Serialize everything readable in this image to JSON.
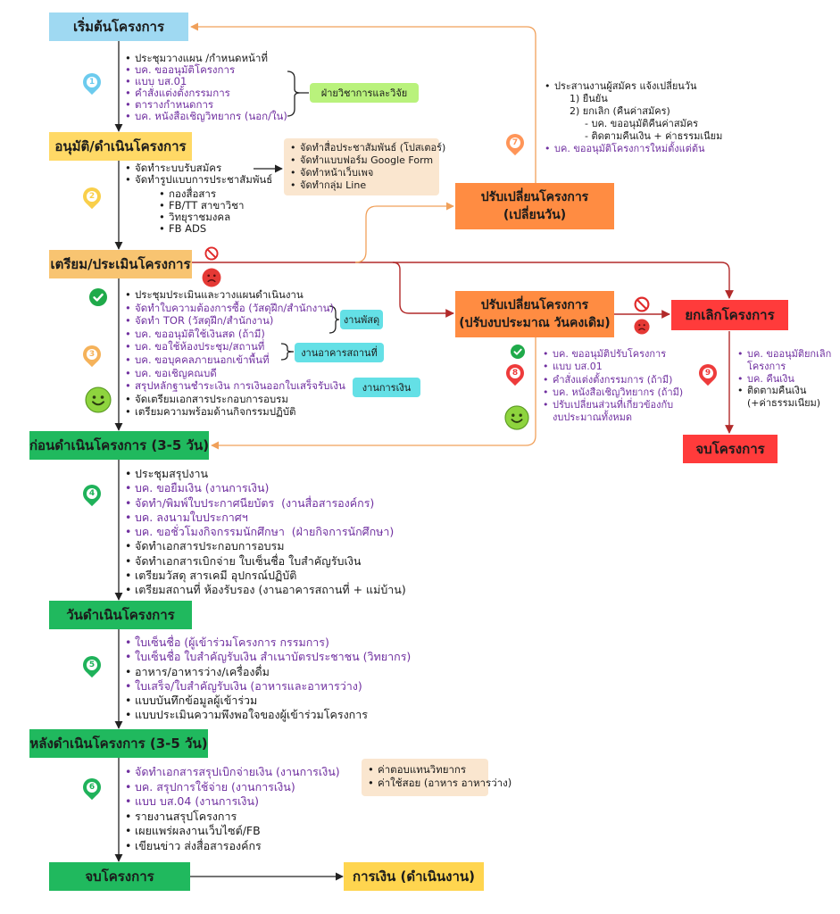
{
  "steps": {
    "start": "เริ่มต้นโครงการ",
    "approve": "อนุมัติ/ดำเนินโครงการ",
    "prepare": "เตรียม/ประเมินโครงการ",
    "before": "ก่อนดำเนินโครงการ (3-5 วัน)",
    "event_day": "วันดำเนินโครงการ",
    "after": "หลังดำเนินโครงการ (3-5 วัน)",
    "end": "จบโครงการ",
    "finance": "การเงิน (ดำเนินงาน)"
  },
  "branches": {
    "change_date": {
      "line1": "ปรับเปลี่ยนโครงการ",
      "line2": "(เปลี่ยนวัน)"
    },
    "change_budget": {
      "line1": "ปรับเปลี่ยนโครงการ",
      "line2": "(ปรับงบประมาณ วันคงเดิม)"
    },
    "cancel": "ยกเลิกโครงการ",
    "cancel_end": "จบโครงการ"
  },
  "tags": {
    "academic": "ฝ่ายวิชาการและวิจัย",
    "supplies": "งานพัสดุ",
    "facilities": "งานอาคารสถานที่",
    "finance": "งานการเงิน"
  },
  "markers": [
    {
      "num": "1",
      "color": "#6ccbee"
    },
    {
      "num": "2",
      "color": "#f9cf4a"
    },
    {
      "num": "3",
      "color": "#f5b25a"
    },
    {
      "num": "4",
      "color": "#1fb25a"
    },
    {
      "num": "5",
      "color": "#1fb25a"
    },
    {
      "num": "6",
      "color": "#1fb25a"
    },
    {
      "num": "7",
      "color": "#ff9558"
    },
    {
      "num": "8",
      "color": "#ee3b3b"
    },
    {
      "num": "9",
      "color": "#ee3b3b"
    }
  ],
  "sections": {
    "s1": [
      "ประชุมวางแผน /กำหนดหน้าที่",
      "บค. ขออนุมัติโครงการ",
      "แบบ บส.01",
      "คำสั่งแต่งตั้งกรรมการ",
      "ตารางกำหนดการ",
      "บค. หนังสือเชิญวิทยากร (นอก/ใน)"
    ],
    "s2": [
      "จัดทำระบบรับสมัคร",
      "จัดทำรูปแบบการประชาสัมพันธ์"
    ],
    "s2_channels": [
      "กองสื่อสาร",
      "FB/TT สาขาวิชา",
      "วิทยุราชมงคล",
      "FB ADS"
    ],
    "s2_pr_tasks": [
      "จัดทำสื่อประชาสัมพันธ์ (โปสเตอร์)",
      "จัดทำแบบฟอร์ม Google Form",
      "จัดทำหน้าเว็บเพจ",
      "จัดทำกลุ่ม Line"
    ],
    "s3": [
      "ประชุมประเมินและวางแผนดำเนินงาน",
      "จัดทำใบความต้องการซื้อ (วัสดุฝึก/สำนักงาน)",
      "จัดทำ TOR (วัสดุฝึก/สำนักงาน)",
      "บค. ขออนุมัติใช้เงินสด (ถ้ามี)",
      "บค. ขอใช้ห้องประชุม/สถานที่",
      "บค. ขอบุคคลภายนอกเข้าพื้นที่",
      "บค. ขอเชิญคณบดี",
      "สรุปหลักฐานชำระเงิน การเงินออกใบเสร็จรับเงิน",
      "จัดเตรียมเอกสารประกอบการอบรม",
      "เตรียมความพร้อมด้านกิจกรรมปฏิบัติ"
    ],
    "s4": [
      "ประชุมสรุปงาน",
      "บค. ขอยืมเงิน (งานการเงิน)",
      "จัดทำ/พิมพ์ใบประกาศนียบัตร  (งานสื่อสารองค์กร)",
      "บค. ลงนามใบประกาศฯ",
      "บค. ขอชั่วโมงกิจกรรมนักศึกษา  (ฝ่ายกิจการนักศึกษา)",
      "จัดทำเอกสารประกอบการอบรม",
      "จัดทำเอกสารเบิกจ่าย ใบเซ็นชื่อ ใบสำคัญรับเงิน",
      "เตรียมวัสดุ สารเคมี อุปกรณ์ปฏิบัติ",
      "เตรียมสถานที่ ห้องรับรอง (งานอาคารสถานที่ + แม่บ้าน)"
    ],
    "s5": [
      "ใบเซ็นชื่อ (ผู้เข้าร่วมโครงการ กรรมการ)",
      "ใบเซ็นชื่อ ใบสำคัญรับเงิน สำเนาบัตรประชาชน (วิทยากร)",
      "อาหาร/อาหารว่าง/เครื่องดื่ม",
      "ใบเสร็จ/ใบสำคัญรับเงิน (อาหารและอาหารว่าง)",
      "แบบบันทึกข้อมูลผู้เข้าร่วม",
      "แบบประเมินความพึงพอใจของผู้เข้าร่วมโครงการ"
    ],
    "s6": [
      "จัดทำเอกสารสรุปเบิกจ่ายเงิน (งานการเงิน)",
      "บค. สรุปการใช้จ่าย (งานการเงิน)",
      "แบบ บส.04 (งานการเงิน)",
      "รายงานสรุปโครงการ",
      "เผยแพร่ผลงานเว็บไซต์/FB",
      "เขียนข่าว ส่งสื่อสารองค์กร"
    ],
    "s6_costs": [
      "ค่าตอบแทนวิทยากร",
      "ค่าใช้สอย (อาหาร อาหารว่าง)"
    ],
    "s7": [
      "ประสานงานผู้สมัคร แจ้งเปลี่ยนวัน",
      "1) ยืนยัน",
      "2) ยกเลิก (คืนค่าสมัคร)",
      "- บค. ขออนุมัติคืนค่าสมัคร",
      "- ติดตามคืนเงิน + ค่าธรรมเนียม",
      "บค. ขออนุมัติโครงการใหม่ตั้งแต่ต้น"
    ],
    "s8": [
      "บค. ขออนุมัติปรับโครงการ",
      "แบบ บส.01",
      "คำสั่งแต่งตั้งกรรมการ (ถ้ามี)",
      "บค. หนังสือเชิญวิทยากร (ถ้ามี)",
      "ปรับเปลี่ยนส่วนที่เกี่ยวข้องกับ",
      "งบประมาณทั้งหมด"
    ],
    "s9": [
      "บค. ขออนุมัติยกเลิก",
      "โครงการ",
      "บค. คืนเงิน",
      "ติดตามคืนเงิน",
      "(+ค่าธรรมเนียม)"
    ]
  },
  "icons": {
    "ok": "check-circle-icon",
    "happy": "smiley-face-icon",
    "stop": "no-entry-icon",
    "sad": "sad-face-icon",
    "step_marker": "map-pin-icon"
  },
  "colors": {
    "purple_text": "#7030a0",
    "black_text": "#1a1a1a",
    "start_fill": "#9fd9f2",
    "approve_fill": "#ffd966",
    "prepare_fill": "#f8c471",
    "step_green": "#20b95e",
    "finance_fill": "#ffd54f",
    "change_fill": "#ff8c42",
    "cancel_fill": "#ff3b3b",
    "tag_academic": "#b9f27c",
    "tag_cyan": "#64e0e6",
    "note_fill": "#fae6cf",
    "line_black": "#222222",
    "line_red": "#b22a2a",
    "line_orange": "#f0a05a"
  }
}
